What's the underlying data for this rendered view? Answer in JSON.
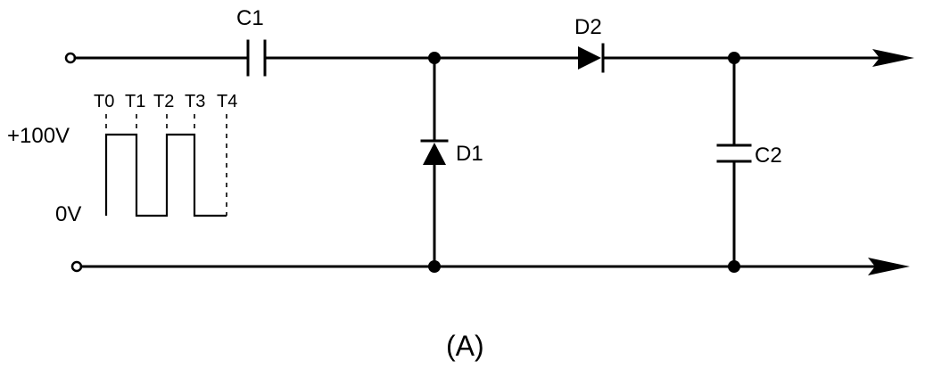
{
  "components": {
    "c1": "C1",
    "c2": "C2",
    "d1": "D1",
    "d2": "D2"
  },
  "waveform": {
    "high_label": "+100V",
    "low_label": "0V",
    "time_marks": [
      "T0",
      "T1",
      "T2",
      "T3",
      "T4"
    ]
  },
  "caption": "(A)"
}
